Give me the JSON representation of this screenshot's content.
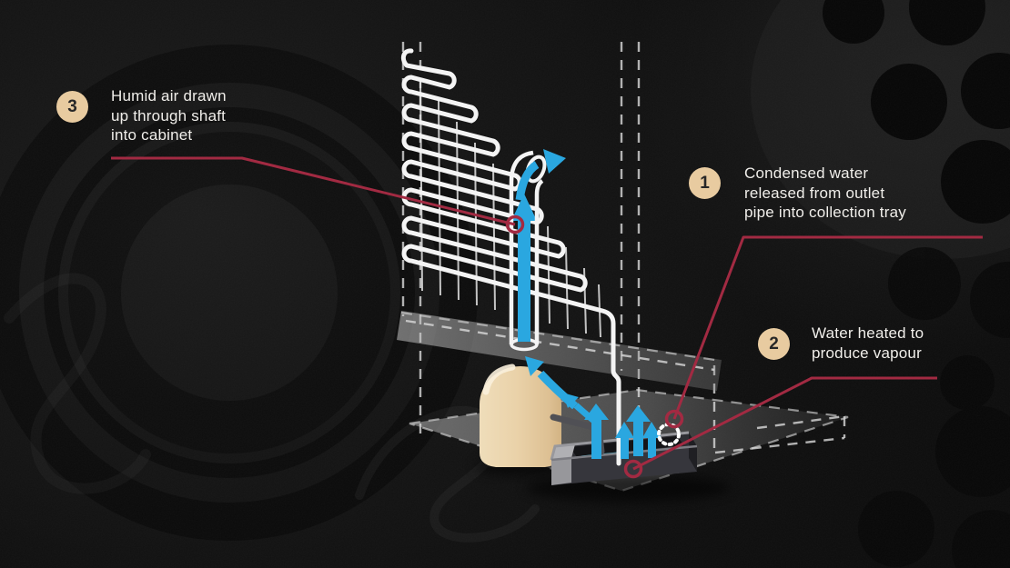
{
  "callouts": [
    {
      "number": "1",
      "lines": [
        "Condensed water",
        "released from outlet",
        "pipe into collection tray"
      ]
    },
    {
      "number": "2",
      "lines": [
        "Water heated to",
        "produce vapour"
      ]
    },
    {
      "number": "3",
      "lines": [
        "Humid air drawn",
        "up through shaft",
        "into cabinet"
      ]
    }
  ],
  "colors": {
    "accent_red": "#a22a42",
    "arrow_blue": "#2aa7e0",
    "badge_tan": "#e8cba0",
    "badge_number": "#272727",
    "label_text": "#f0eeea",
    "structure_white": "#f4f4f4",
    "platform_gray": "#9c9c9c",
    "water_cyan": "#4ac8e8",
    "compressor_tan": "#e9d0a9",
    "background_black": "#0d0d0d"
  },
  "icons": {
    "up-arrow-icon": "solid triangle-headed arrow, vapour/air flow",
    "curved-arrow-icon": "curved arrow, air drawn into shaft",
    "droplets-circle-icon": "dotted circle marking released water droplets",
    "leader-ring-icon": "open ring at end of red leader line"
  }
}
